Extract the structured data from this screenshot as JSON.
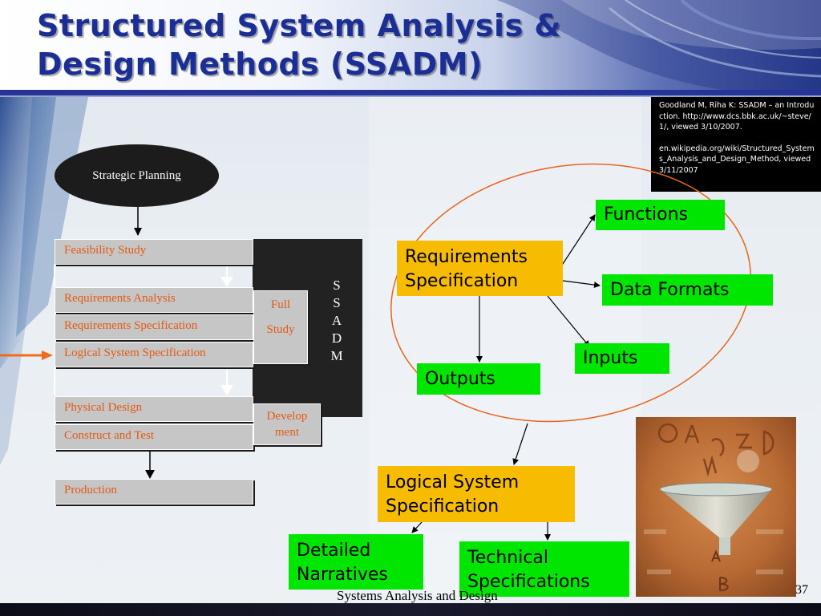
{
  "slide": {
    "title": "Structured System Analysis & Design Methods (SSADM)",
    "footer": "Systems Analysis and Design",
    "page_number": "37"
  },
  "citation": {
    "line1": "Goodland M, Riha K: SSADM – an Introduction. http://www.dcs.bbk.ac.uk/~steve/1/, viewed 3/10/2007.",
    "line2": "en.wikipedia.org/wiki/Structured_Systems_Analysis_and_Design_Method, viewed 3/11/2007"
  },
  "flow": {
    "strategic_planning": "Strategic Planning",
    "stages": [
      "Feasibility Study",
      "Requirements Analysis",
      "Requirements Specification",
      "Logical System Specification",
      "Physical Design",
      "Construct and Test",
      "Production"
    ],
    "full_study_line1": "Full",
    "full_study_line2": "Study",
    "development_line1": "Develop",
    "development_line2": "ment",
    "ssadm_letters": [
      "S",
      "S",
      "A",
      "D",
      "M"
    ]
  },
  "requirements": {
    "spec_line1": "Requirements",
    "spec_line2": "Specification",
    "functions": "Functions",
    "data_formats": "Data Formats",
    "inputs": "Inputs",
    "outputs": "Outputs"
  },
  "logical": {
    "line1": "Logical System",
    "line2": "Specification",
    "narratives_line1": "Detailed",
    "narratives_line2": "Narratives",
    "technical_line1": "Technical",
    "technical_line2": "Specifications"
  },
  "colors": {
    "title": "#1a2e96",
    "stage_text": "#e35a12",
    "green_box": "#00e600",
    "yellow_box": "#f7bc00",
    "highlight_arrow": "#f26a1b",
    "ellipse": "#e8641e"
  },
  "icons": {
    "pointer_arrow": "arrow-right-icon",
    "illustration": "funnel-letters-painting"
  }
}
